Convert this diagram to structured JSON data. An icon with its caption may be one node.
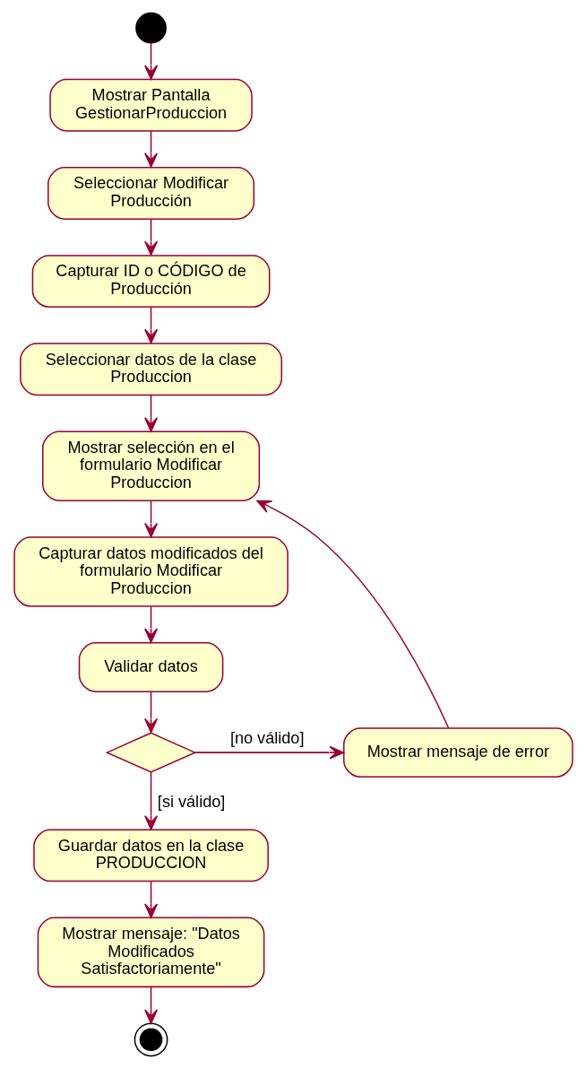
{
  "diagram": {
    "nodes": [
      {
        "text": [],
        "shape": "circle"
      },
      {
        "text": [
          "Mostrar Pantalla GestionarProduccion"
        ]
      },
      {
        "text": [
          "Seleccionar Modificar Producción"
        ]
      },
      {
        "text": [
          "Capturar ID o CÓDIGO de Producción"
        ]
      },
      {
        "text": [
          "Seleccionar datos de la clase Produccion"
        ]
      },
      {
        "text": [
          "Mostrar selección en el formulario Modificar Produccion"
        ]
      },
      {
        "text": [
          "Capturar datos modificados del formulario Modificar Produccion"
        ]
      },
      {
        "text": [
          "Validar datos"
        ]
      },
      {
        "text": [],
        "shape": "diamond"
      },
      {
        "text": [
          "Mostrar mensaje de error"
        ]
      },
      {
        "text": [
          "Guardar datos en la clase PRODUCCION"
        ]
      },
      {
        "text": [
          "Mostrar mensaje: \"Datos Modificados Satisfactoriamente\""
        ]
      },
      {
        "text": [],
        "shape": "circle"
      }
    ],
    "edges": [
      {
        "from": 0,
        "to": 1,
        "arrow": "to"
      },
      {
        "from": 1,
        "to": 2,
        "arrow": "to"
      },
      {
        "from": 2,
        "to": 3,
        "arrow": "to"
      },
      {
        "from": 3,
        "to": 4,
        "arrow": "to"
      },
      {
        "from": 4,
        "to": 5,
        "arrow": "to"
      },
      {
        "from": 5,
        "to": 6,
        "arrow": "to"
      },
      {
        "from": 6,
        "to": 7,
        "arrow": "to"
      },
      {
        "from": 7,
        "to": 8,
        "arrow": "to"
      },
      {
        "from": 8,
        "to": 9,
        "arrow": "to",
        "label": "[no válido]"
      },
      {
        "from": 9,
        "to": 5,
        "arrow": "to"
      },
      {
        "from": 8,
        "to": 10,
        "arrow": "to",
        "label": "[si válido]"
      },
      {
        "from": 10,
        "to": 11,
        "arrow": "to"
      },
      {
        "from": 11,
        "to": 12,
        "arrow": "to"
      }
    ]
  }
}
